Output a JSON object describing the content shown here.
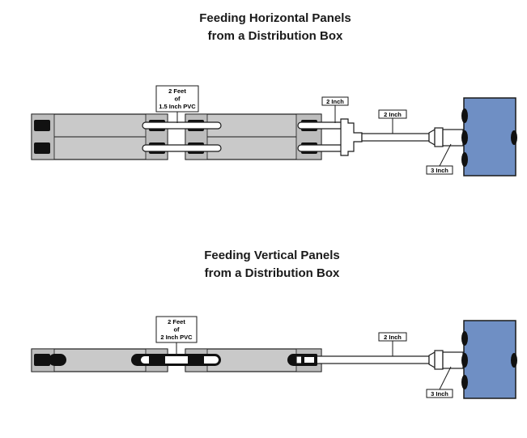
{
  "colors": {
    "panel_fill": "#c9c9c9",
    "distribution_box_fill": "#6f8fc4",
    "port_fill": "#111111"
  },
  "horizontal_section": {
    "title_line_1": "Feeding Horizontal Panels",
    "title_line_2": "from a Distribution Box",
    "connector_label_line_1": "2 Feet",
    "connector_label_line_2": "of",
    "connector_label_line_3": "1.5 Inch PVC",
    "tee_label": "2 Inch",
    "pipe_label": "2 Inch",
    "box_port_label": "3 Inch"
  },
  "vertical_section": {
    "title_line_1": "Feeding Vertical Panels",
    "title_line_2": "from a Distribution Box",
    "connector_label_line_1": "2 Feet",
    "connector_label_line_2": "of",
    "connector_label_line_3": "2 Inch PVC",
    "pipe_label": "2 Inch",
    "box_port_label": "3 Inch"
  }
}
